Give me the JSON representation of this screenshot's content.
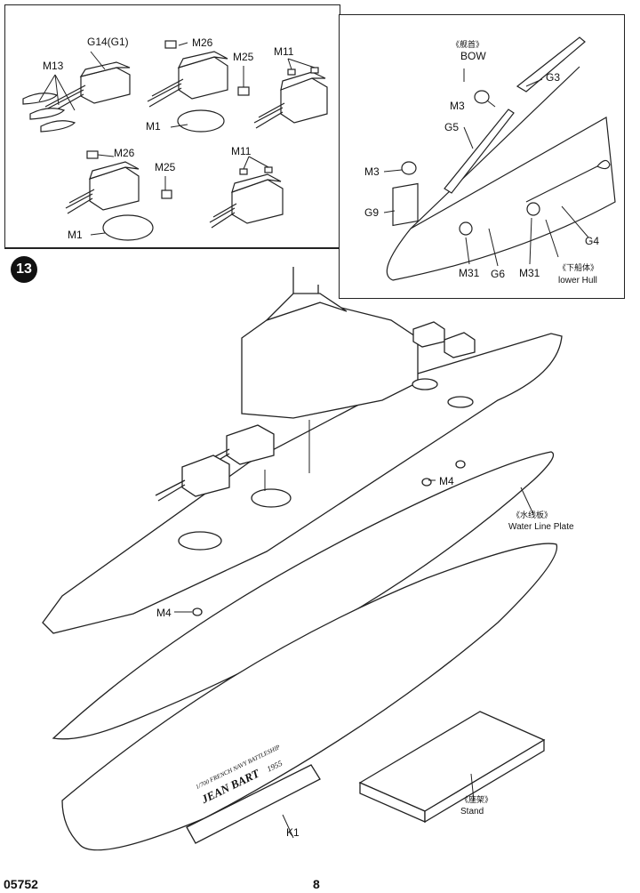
{
  "step_number": "13",
  "turret_panel": {
    "labels": {
      "g14": "G14(G1)",
      "m13": "M13",
      "m26_top": "M26",
      "m25_top": "M25",
      "m1_top": "M1",
      "m11_top": "M11",
      "m26_bottom": "M26",
      "m25_bottom": "M25",
      "m1_bottom": "M1",
      "m11_bottom": "M11"
    }
  },
  "bow_panel": {
    "bow_cn": "《舰首》",
    "bow_en": "BOW",
    "g3": "G3",
    "m3_top": "M3",
    "g5": "G5",
    "m3_left": "M3",
    "g9": "G9",
    "m31_left": "M31",
    "g6": "G6",
    "m31_right": "M31",
    "g4": "G4",
    "lower_hull_cn": "《下船体》",
    "lower_hull_en": "lower Hull"
  },
  "main": {
    "m4_right": "M4",
    "m4_left": "M4",
    "waterline_cn": "《水线板》",
    "waterline_en": "Water Line Plate",
    "stand_cn": "《座架》",
    "stand_en": "Stand",
    "k1": "K1",
    "plaque_line1": "1/700 FRENCH NAVY BATTLESHIP",
    "plaque_name": "JEAN BART",
    "plaque_year": "1955"
  },
  "footer": {
    "code": "05752",
    "page": "8"
  }
}
